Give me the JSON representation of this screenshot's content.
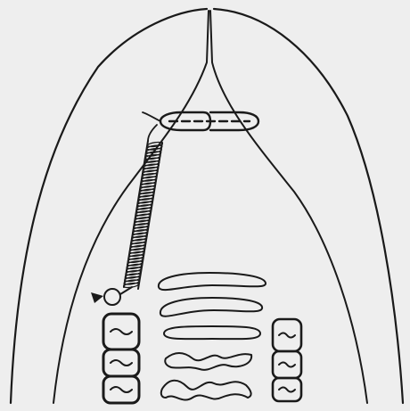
{
  "figure": {
    "background": "#eeeeee",
    "ink": "#1a1a1a",
    "parts": [
      "outer-body-outline",
      "pharynx-lumen",
      "horizontal-capsule",
      "coiled-tube",
      "small-loop",
      "left-segmented-column",
      "wavy-band-stack",
      "right-segmented-column"
    ]
  }
}
